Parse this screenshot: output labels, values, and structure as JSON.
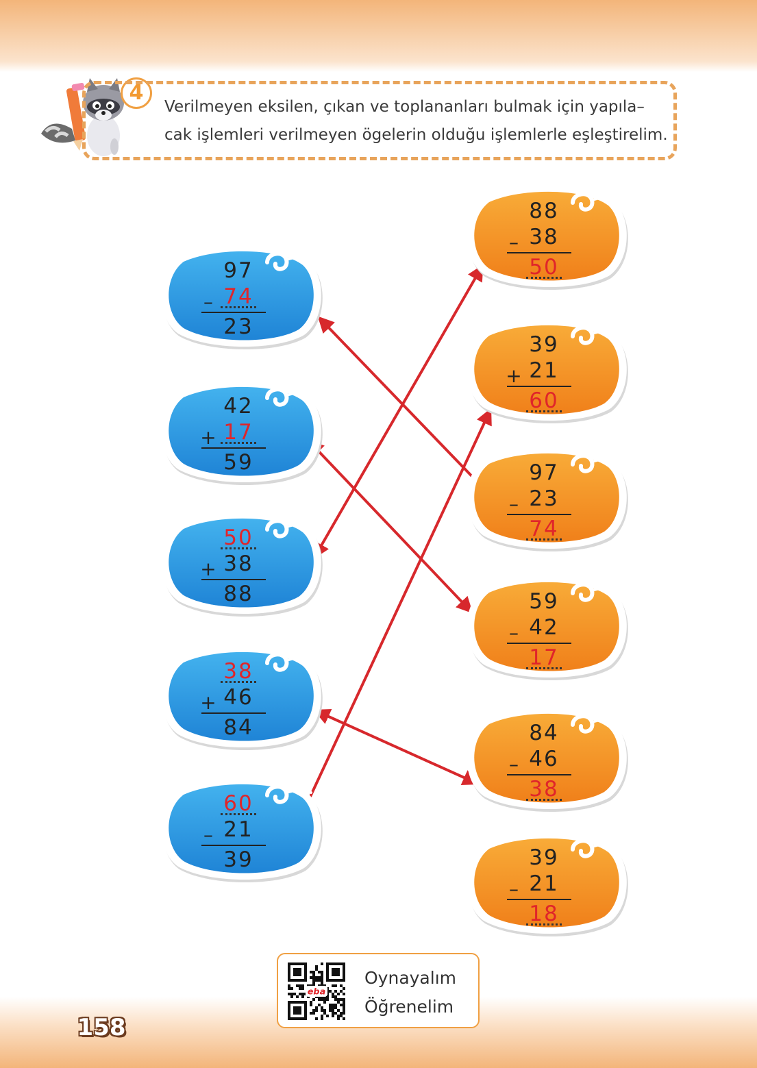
{
  "task": {
    "number": "4",
    "instruction": "Verilmeyen eksilen, çıkan ve toplananları bulmak için yapıla–\ncak işlemleri verilmeyen ögelerin olduğu işlemlerle eşleştirelim."
  },
  "left_bubbles": [
    {
      "top": "97",
      "op": "–",
      "mid": "74",
      "res": "23",
      "filled": "mid"
    },
    {
      "top": "42",
      "op": "+",
      "mid": "17",
      "res": "59",
      "filled": "mid"
    },
    {
      "top": "50",
      "op": "+",
      "mid": "38",
      "res": "88",
      "filled": "top"
    },
    {
      "top": "38",
      "op": "+",
      "mid": "46",
      "res": "84",
      "filled": "top"
    },
    {
      "top": "60",
      "op": "–",
      "mid": "21",
      "res": "39",
      "filled": "top"
    }
  ],
  "right_bubbles": [
    {
      "top": "88",
      "op": "–",
      "mid": "38",
      "res": "50"
    },
    {
      "top": "39",
      "op": "+",
      "mid": "21",
      "res": "60"
    },
    {
      "top": "97",
      "op": "–",
      "mid": "23",
      "res": "74"
    },
    {
      "top": "59",
      "op": "–",
      "mid": "42",
      "res": "17"
    },
    {
      "top": "84",
      "op": "–",
      "mid": "46",
      "res": "38"
    },
    {
      "top": "39",
      "op": "–",
      "mid": "21",
      "res": "18"
    }
  ],
  "matches": [
    [
      0,
      2
    ],
    [
      1,
      3
    ],
    [
      2,
      0
    ],
    [
      3,
      4
    ],
    [
      4,
      1
    ]
  ],
  "qr": {
    "label": "Oynayalım\nÖğrenelim",
    "logo": "eba"
  },
  "page_number": "158",
  "colors": {
    "blue": "#2e9fe3",
    "orange": "#f49a25",
    "arrow": "#d7282c",
    "accent": "#f0a043"
  }
}
